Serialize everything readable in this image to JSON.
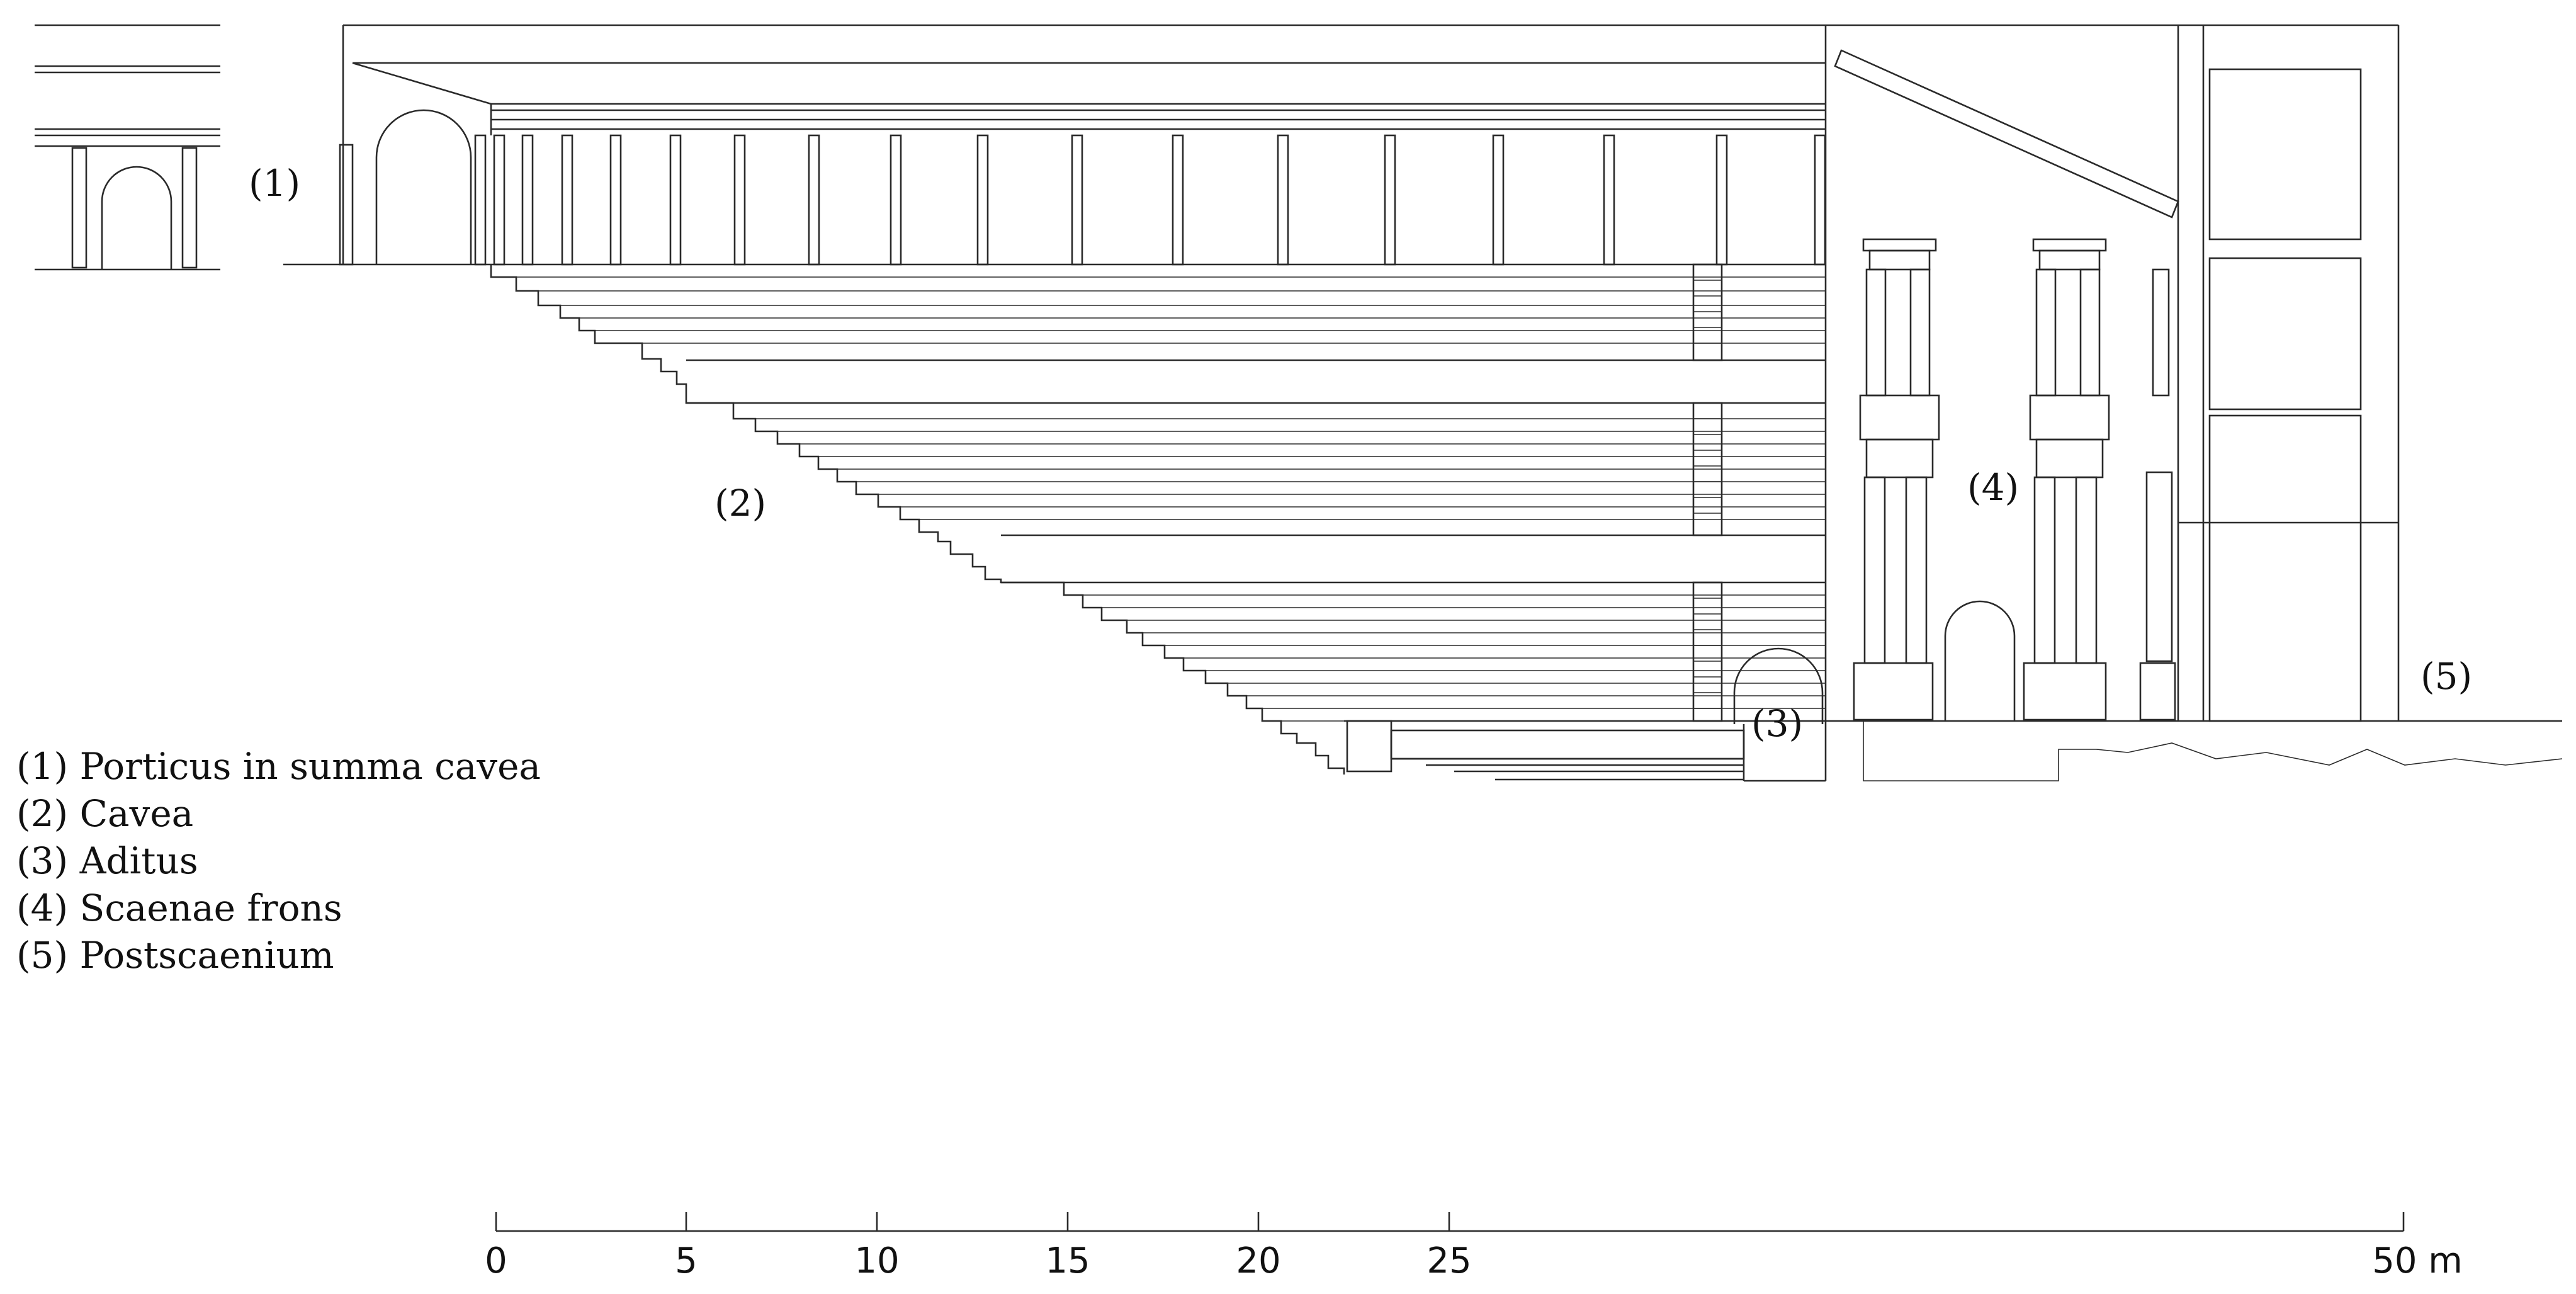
{
  "callouts": {
    "c1": "(1)",
    "c2": "(2)",
    "c3": "(3)",
    "c4": "(4)",
    "c5": "(5)"
  },
  "legend": [
    "(1) Porticus in summa cavea",
    "(2) Cavea",
    "(3) Aditus",
    "(4) Scaenae frons",
    "(5) Postscaenium"
  ],
  "scale_bar": {
    "ticks": [
      "0",
      "5",
      "10",
      "15",
      "20",
      "25",
      "50 m"
    ]
  }
}
